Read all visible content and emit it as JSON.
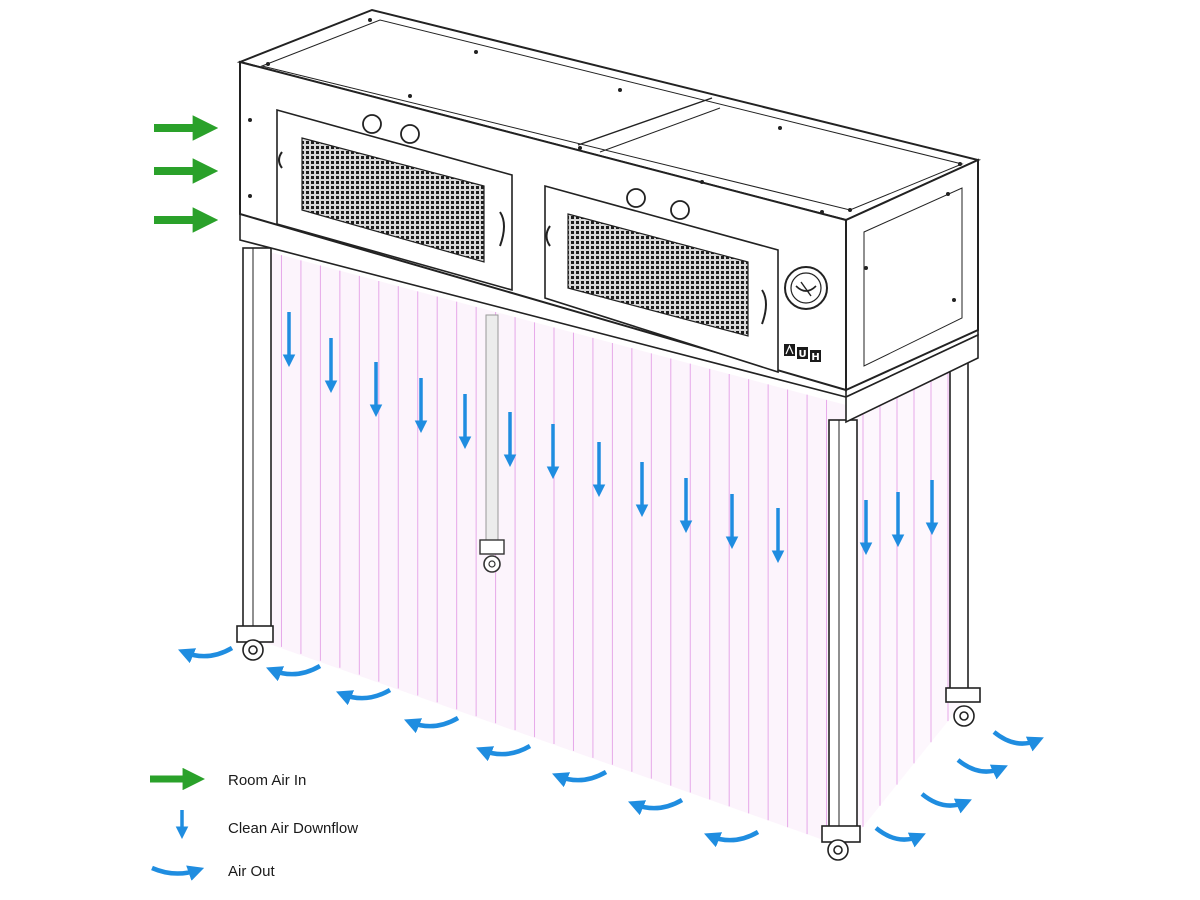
{
  "diagram": {
    "colors": {
      "room_air_in": "#2aa12a",
      "clean_air_downflow": "#1f8de0",
      "air_out": "#1f8de0",
      "curtain": "#d36ad8",
      "outline": "#222222"
    },
    "unit": {
      "badge_letters": [
        "U",
        "H"
      ]
    },
    "legend": {
      "items": [
        {
          "key": "room_air_in",
          "label": "Room Air In",
          "icon": "green-arrow-right-icon"
        },
        {
          "key": "clean_air_downflow",
          "label": "Clean Air Downflow",
          "icon": "blue-arrow-down-icon"
        },
        {
          "key": "air_out",
          "label": "Air Out",
          "icon": "blue-curved-arrow-icon"
        }
      ]
    }
  }
}
